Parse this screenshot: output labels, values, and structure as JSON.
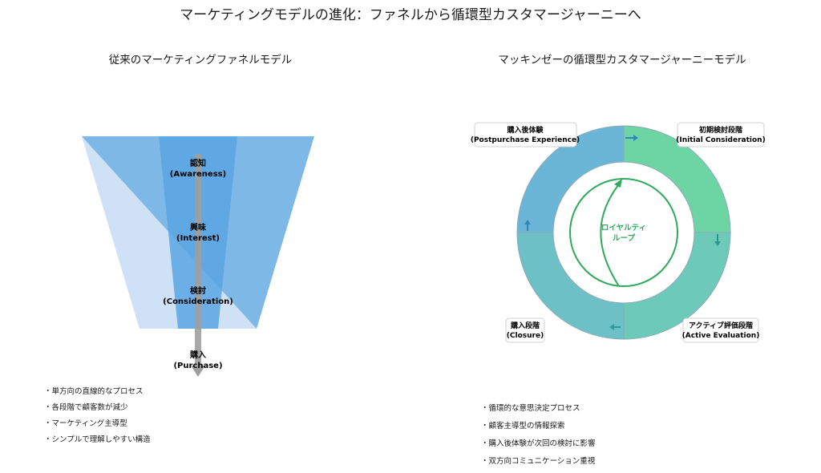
{
  "title": "マーケティングモデルの進化：ファネルから循環型カスタマージャーニーへ",
  "funnel": {
    "subtitle": "従来のマーケティングファネルモデル",
    "stages": [
      {
        "jp": "認知",
        "en": "(Awareness)"
      },
      {
        "jp": "興味",
        "en": "(Interest)"
      },
      {
        "jp": "検討",
        "en": "(Consideration)"
      },
      {
        "jp": "購入",
        "en": "(Purchase)"
      }
    ],
    "bullets": [
      "・単方向の直線的なプロセス",
      "・各段階で顧客数が減少",
      "・マーケティング主導型",
      "・シンプルで理解しやすい構造"
    ]
  },
  "cycle": {
    "subtitle": "マッキンゼーの循環型カスタマージャーニーモデル",
    "center_lines": [
      "ロイヤルティ",
      "ループ"
    ],
    "phases": [
      {
        "jp": "購入後体験",
        "en": "(Postpurchase Experience)"
      },
      {
        "jp": "初期検討段階",
        "en": "(Initial Consideration)"
      },
      {
        "jp": "アクティブ評価段階",
        "en": "(Active Evaluation)"
      },
      {
        "jp": "購入段階",
        "en": "(Closure)"
      }
    ],
    "bullets": [
      "・循環的な意思決定プロセス",
      "・顧客主導型の情報探索",
      "・購入後体験が次回の検討に影響",
      "・双方向コミュニケーション重視"
    ]
  },
  "colors": {
    "funnel_light": "#cfe1f5",
    "funnel_mid": "#7eb8e6",
    "funnel_dark": "#5aa5e3",
    "arrow_gray": "#9e9e9e",
    "ring_blue": "#6bb6d6",
    "ring_green": "#6dd4a4",
    "ring_teal_right": "#6dcab8",
    "ring_teal_left": "#6cc0c6",
    "loop_green": "#2eaa5c"
  }
}
